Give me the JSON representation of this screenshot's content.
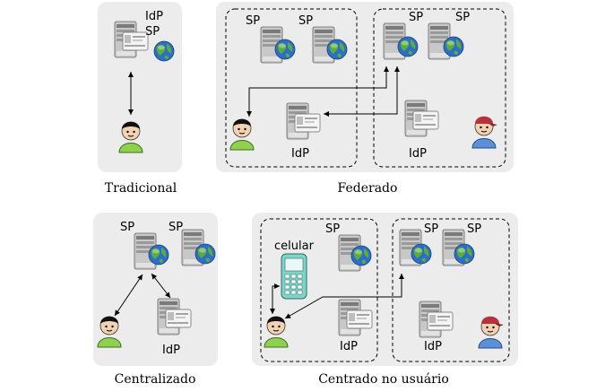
{
  "panels": {
    "tradicional": {
      "caption": "Tradicional",
      "labels": {
        "idp": "IdP",
        "sp": "SP"
      }
    },
    "federado": {
      "caption": "Federado",
      "labels": {
        "sp1": "SP",
        "sp2": "SP",
        "sp3": "SP",
        "sp4": "SP",
        "idp1": "IdP",
        "idp2": "IdP"
      }
    },
    "centralizado": {
      "caption": "Centralizado",
      "labels": {
        "sp1": "SP",
        "sp2": "SP",
        "idp": "IdP"
      }
    },
    "centrado": {
      "caption": "Centrado no usuário",
      "labels": {
        "phone": "celular",
        "sp1": "SP",
        "sp2": "SP",
        "sp3": "SP",
        "idp1": "IdP",
        "idp2": "IdP"
      }
    }
  },
  "colors": {
    "panel_bg": "#ececec",
    "server": "#c8c8c8",
    "globe_water": "#2d6fc4",
    "globe_land": "#5cae3a",
    "user_green": "#8fd14f",
    "user_blue": "#5b8fd6",
    "cap_red": "#b5333d",
    "phone_body": "#7fd4c8"
  },
  "icons": [
    "server-icon",
    "globe-icon",
    "id-card-icon",
    "user-icon",
    "mobile-phone-icon"
  ]
}
